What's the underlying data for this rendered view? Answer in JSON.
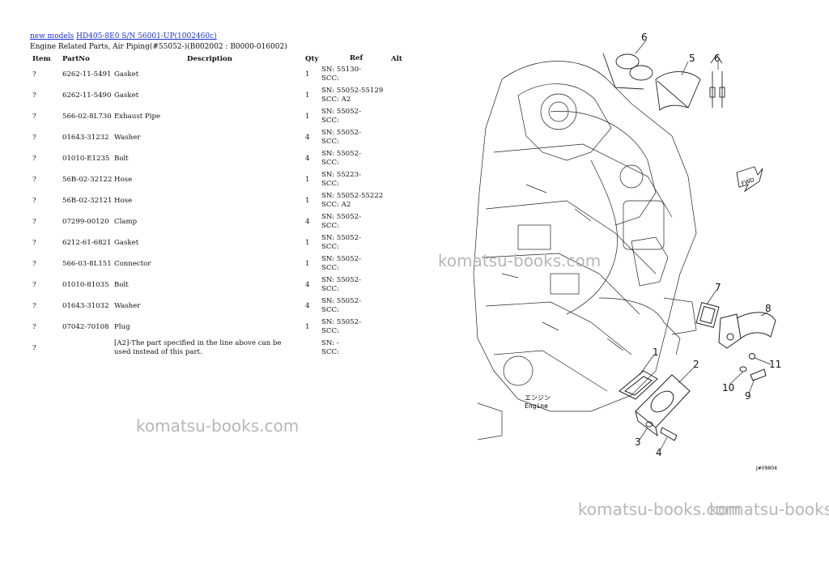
{
  "breadcrumb": {
    "link1": "new models",
    "link2": "HD405-8E0 S/N 56001-UP(1002460c)"
  },
  "subtitle": "Engine Related Parts, Air Piping(#55052-)(B002002 : B0000-016002)",
  "table": {
    "headers": {
      "item": "Item",
      "partno": "PartNo",
      "description": "Description",
      "qty": "Qty",
      "ref": "Ref",
      "alt": "Alt"
    },
    "rows": [
      {
        "item": "?",
        "partno": "6262-11-5491",
        "description": "Gasket",
        "qty": "1",
        "ref1": "SN: 55130-",
        "ref2": "SCC:"
      },
      {
        "item": "?",
        "partno": "6262-11-5490",
        "description": "Gasket",
        "qty": "1",
        "ref1": "SN: 55052-55129",
        "ref2": "SCC: A2"
      },
      {
        "item": "?",
        "partno": "566-02-8L730",
        "description": "Exhaust Pipe",
        "qty": "1",
        "ref1": "SN: 55052-",
        "ref2": "SCC:"
      },
      {
        "item": "?",
        "partno": "01643-31232",
        "description": "Washer",
        "qty": "4",
        "ref1": "SN: 55052-",
        "ref2": "SCC:"
      },
      {
        "item": "?",
        "partno": "01010-E1235",
        "description": "Bolt",
        "qty": "4",
        "ref1": "SN: 55052-",
        "ref2": "SCC:"
      },
      {
        "item": "?",
        "partno": "56B-02-32122",
        "description": "Hose",
        "qty": "1",
        "ref1": "SN: 55223-",
        "ref2": "SCC:"
      },
      {
        "item": "?",
        "partno": "56B-02-32121",
        "description": "Hose",
        "qty": "1",
        "ref1": "SN: 55052-55222",
        "ref2": "SCC: A2"
      },
      {
        "item": "?",
        "partno": "07299-00120",
        "description": "Clamp",
        "qty": "4",
        "ref1": "SN: 55052-",
        "ref2": "SCC:"
      },
      {
        "item": "?",
        "partno": "6212-61-6821",
        "description": "Gasket",
        "qty": "1",
        "ref1": "SN: 55052-",
        "ref2": "SCC:"
      },
      {
        "item": "?",
        "partno": "566-03-8L151",
        "description": "Connector",
        "qty": "1",
        "ref1": "SN: 55052-",
        "ref2": "SCC:"
      },
      {
        "item": "?",
        "partno": "01010-81035",
        "description": "Bolt",
        "qty": "4",
        "ref1": "SN: 55052-",
        "ref2": "SCC:"
      },
      {
        "item": "?",
        "partno": "01643-31032",
        "description": "Washer",
        "qty": "4",
        "ref1": "SN: 55052-",
        "ref2": "SCC:"
      },
      {
        "item": "?",
        "partno": "07042-70108",
        "description": "Plug",
        "qty": "1",
        "ref1": "SN: 55052-",
        "ref2": "SCC:"
      },
      {
        "item": "?",
        "partno": "",
        "description": "[A2]-The part specified in the line above can be used instead of this part.",
        "qty": "",
        "ref1": "SN: -",
        "ref2": "SCC:"
      }
    ]
  },
  "diagram": {
    "callouts": [
      "6",
      "5",
      "6",
      "7",
      "8",
      "1",
      "2",
      "11",
      "10",
      "9",
      "3",
      "4"
    ],
    "engine_label_jp": "エンジン",
    "engine_label": "Engine",
    "fwd_label": "FWD",
    "ref_code": "J#09804"
  },
  "watermarks": [
    "komatsu-books.com",
    "komatsu-books.com",
    "komatsu-books.com",
    "komatsu-books.com"
  ]
}
